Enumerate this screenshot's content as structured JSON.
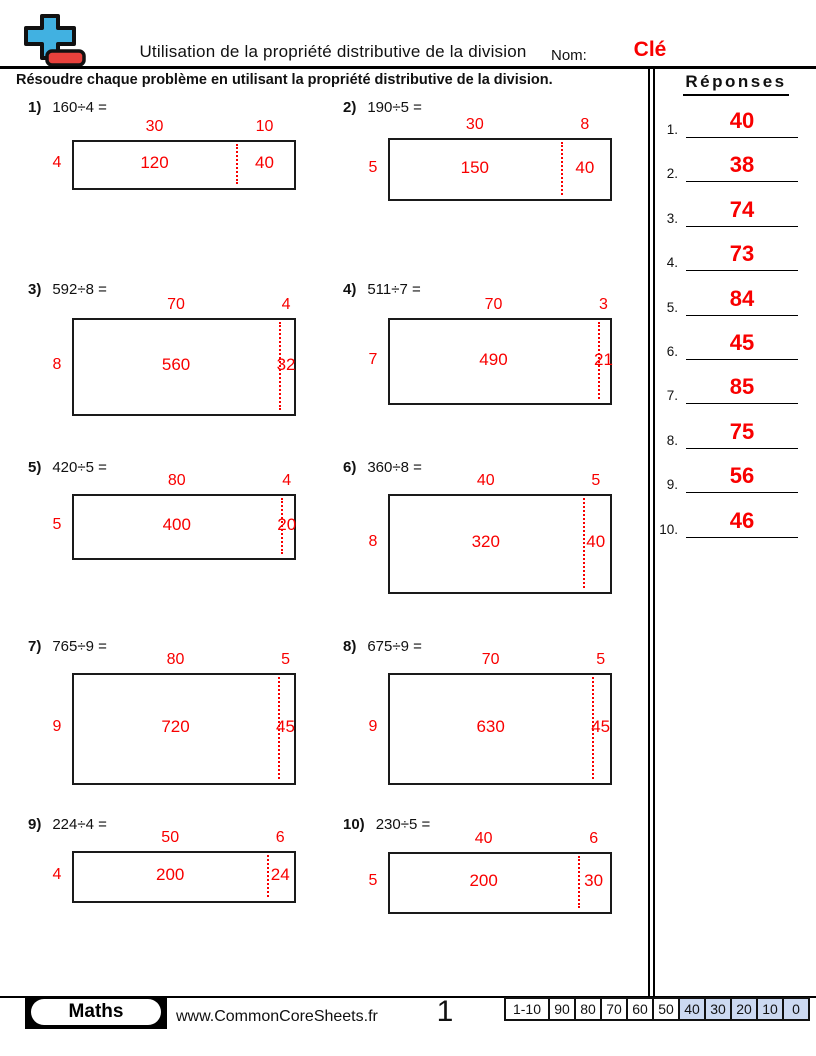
{
  "header": {
    "title": "Utilisation de la propriété distributive de la division",
    "name_label": "Nom:",
    "key_value": "Clé"
  },
  "instruction": "Résoudre chaque problème en utilisant la propriété distributive de la division.",
  "problems": [
    {
      "num": "1)",
      "equation": "160÷4 =",
      "divisor": "4",
      "top_left": "30",
      "top_right": "10",
      "product_left": "120",
      "product_right": "40"
    },
    {
      "num": "2)",
      "equation": "190÷5 =",
      "divisor": "5",
      "top_left": "30",
      "top_right": "8",
      "product_left": "150",
      "product_right": "40"
    },
    {
      "num": "3)",
      "equation": "592÷8 =",
      "divisor": "8",
      "top_left": "70",
      "top_right": "4",
      "product_left": "560",
      "product_right": "32"
    },
    {
      "num": "4)",
      "equation": "511÷7 =",
      "divisor": "7",
      "top_left": "70",
      "top_right": "3",
      "product_left": "490",
      "product_right": "21"
    },
    {
      "num": "5)",
      "equation": "420÷5 =",
      "divisor": "5",
      "top_left": "80",
      "top_right": "4",
      "product_left": "400",
      "product_right": "20"
    },
    {
      "num": "6)",
      "equation": "360÷8 =",
      "divisor": "8",
      "top_left": "40",
      "top_right": "5",
      "product_left": "320",
      "product_right": "40"
    },
    {
      "num": "7)",
      "equation": "765÷9 =",
      "divisor": "9",
      "top_left": "80",
      "top_right": "5",
      "product_left": "720",
      "product_right": "45"
    },
    {
      "num": "8)",
      "equation": "675÷9 =",
      "divisor": "9",
      "top_left": "70",
      "top_right": "5",
      "product_left": "630",
      "product_right": "45"
    },
    {
      "num": "9)",
      "equation": "224÷4 =",
      "divisor": "4",
      "top_left": "50",
      "top_right": "6",
      "product_left": "200",
      "product_right": "24"
    },
    {
      "num": "10)",
      "equation": "230÷5 =",
      "divisor": "5",
      "top_left": "40",
      "top_right": "6",
      "product_left": "200",
      "product_right": "30"
    }
  ],
  "answers": {
    "title": "Réponses",
    "items": [
      {
        "label": "1.",
        "value": "40"
      },
      {
        "label": "2.",
        "value": "38"
      },
      {
        "label": "3.",
        "value": "74"
      },
      {
        "label": "4.",
        "value": "73"
      },
      {
        "label": "5.",
        "value": "84"
      },
      {
        "label": "6.",
        "value": "45"
      },
      {
        "label": "7.",
        "value": "85"
      },
      {
        "label": "8.",
        "value": "75"
      },
      {
        "label": "9.",
        "value": "56"
      },
      {
        "label": "10.",
        "value": "46"
      }
    ]
  },
  "footer": {
    "subject_badge": "Maths",
    "website": "www.CommonCoreSheets.fr",
    "page_number": "1",
    "score_scale": {
      "range_label": "1-10",
      "cells": [
        {
          "value": "90",
          "shaded": false
        },
        {
          "value": "80",
          "shaded": false
        },
        {
          "value": "70",
          "shaded": false
        },
        {
          "value": "60",
          "shaded": false
        },
        {
          "value": "50",
          "shaded": false
        },
        {
          "value": "40",
          "shaded": true
        },
        {
          "value": "30",
          "shaded": true
        },
        {
          "value": "20",
          "shaded": true
        },
        {
          "value": "10",
          "shaded": true
        },
        {
          "value": "0",
          "shaded": true
        }
      ]
    }
  },
  "colors": {
    "answer_red": "#f80000",
    "logo_blue": "#41b1e1",
    "logo_red": "#e8413c",
    "score_shade": "#ccd9f1"
  }
}
